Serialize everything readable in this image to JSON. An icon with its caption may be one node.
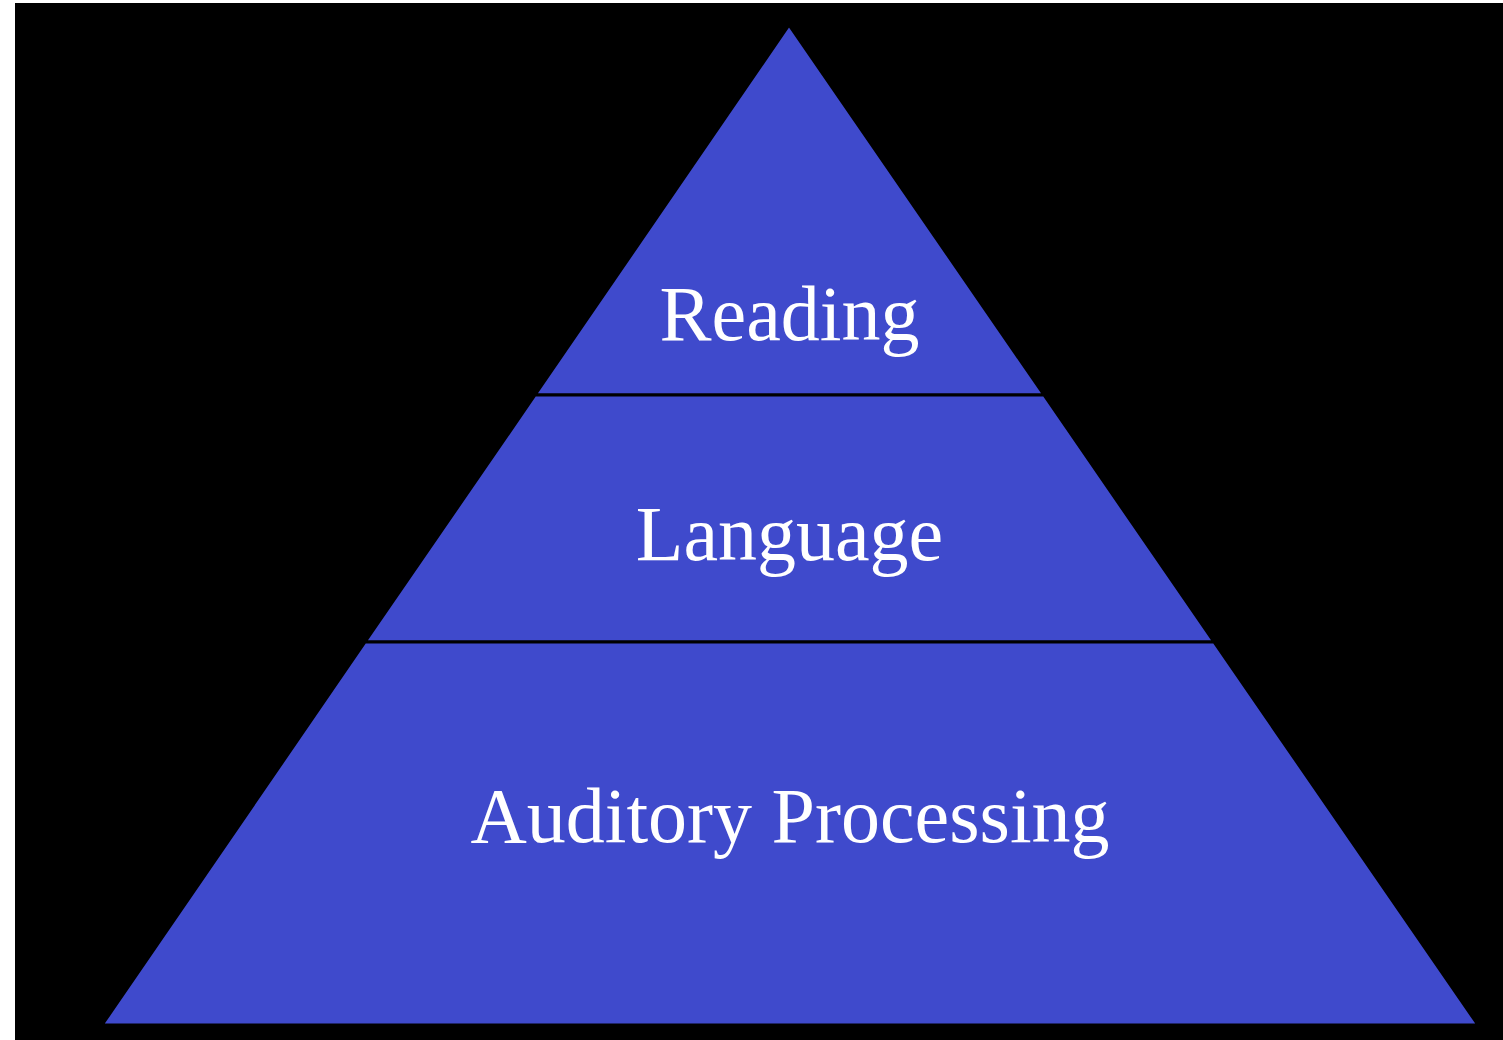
{
  "diagram": {
    "nodes": [
      {
        "text": [
          "Reading"
        ]
      },
      {
        "text": [
          "Language"
        ]
      },
      {
        "text": [
          "Auditory Processing"
        ]
      }
    ]
  }
}
